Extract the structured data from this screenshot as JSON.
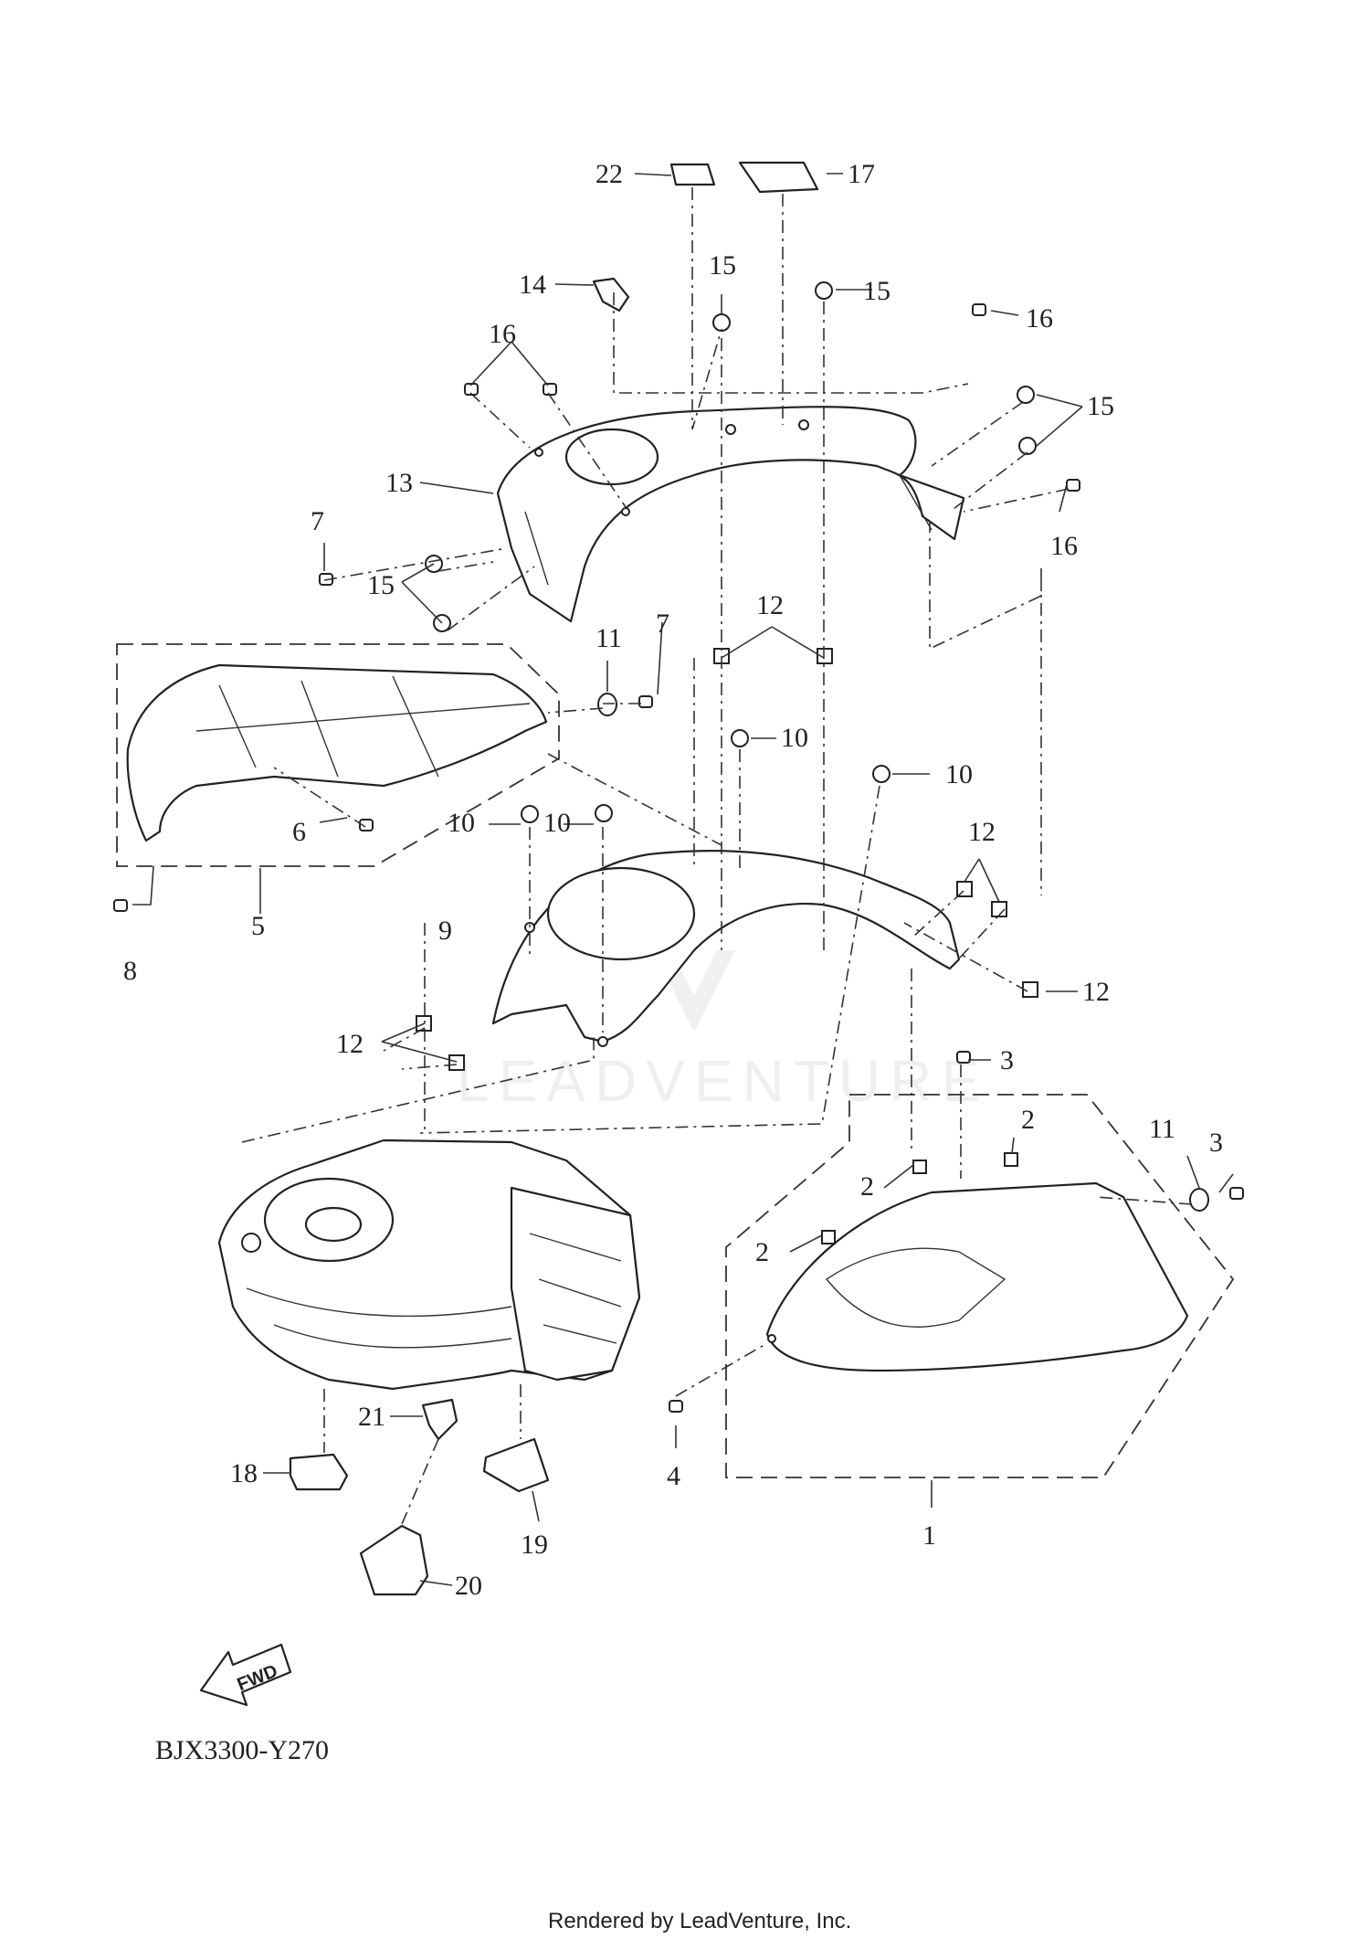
{
  "diagram": {
    "callouts": {
      "c1": "1",
      "c2a": "2",
      "c2b": "2",
      "c2c": "2",
      "c3a": "3",
      "c3b": "3",
      "c4": "4",
      "c5": "5",
      "c6": "6",
      "c7a": "7",
      "c7b": "7",
      "c8": "8",
      "c9": "9",
      "c10a": "10",
      "c10b": "10",
      "c10c": "10",
      "c10d": "10",
      "c11a": "11",
      "c11b": "11",
      "c12a": "12",
      "c12b": "12",
      "c12c": "12",
      "c12d": "12",
      "c13": "13",
      "c14": "14",
      "c15a": "15",
      "c15b": "15",
      "c15c": "15",
      "c15d": "15",
      "c16a": "16",
      "c16b": "16",
      "c16c": "16",
      "c17": "17",
      "c18": "18",
      "c19": "19",
      "c20": "20",
      "c21": "21",
      "c22": "22"
    },
    "fwd_label": "FWD",
    "diagram_code": "BJX3300-Y270",
    "watermark": "LEADVENTURE",
    "footer": "Rendered by LeadVenture, Inc."
  }
}
